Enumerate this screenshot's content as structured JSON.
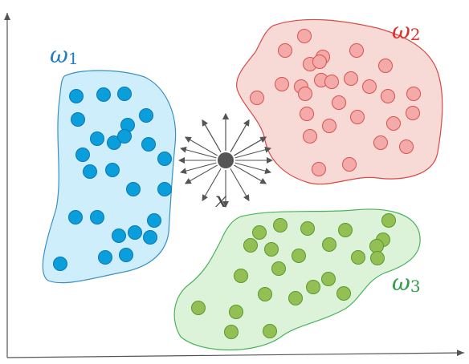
{
  "clusters": [
    {
      "id": "w1",
      "label_symbol": "ω",
      "label_sub": "1",
      "colors": {
        "fill": "#cfeefb",
        "stroke": "#3a8fc4",
        "point": "#0a9edb",
        "point_stroke": "#0a78b5",
        "label": "#1f7fc0"
      },
      "points": [
        [
          95,
          120
        ],
        [
          129,
          118
        ],
        [
          155,
          117
        ],
        [
          97,
          149
        ],
        [
          182,
          144
        ],
        [
          159,
          156
        ],
        [
          121,
          173
        ],
        [
          142,
          178
        ],
        [
          155,
          170
        ],
        [
          185,
          180
        ],
        [
          103,
          193
        ],
        [
          205,
          198
        ],
        [
          112,
          214
        ],
        [
          140,
          212
        ],
        [
          166,
          236
        ],
        [
          205,
          236
        ],
        [
          94,
          271
        ],
        [
          121,
          271
        ],
        [
          192,
          275
        ],
        [
          168,
          290
        ],
        [
          148,
          294
        ],
        [
          187,
          296
        ],
        [
          131,
          321
        ],
        [
          157,
          318
        ],
        [
          75,
          329
        ]
      ]
    },
    {
      "id": "w2",
      "label_symbol": "ω",
      "label_sub": "2",
      "colors": {
        "fill": "#f7d9d6",
        "stroke": "#d94a45",
        "point": "#f3aaa8",
        "point_stroke": "#d9534f",
        "label": "#e0302b"
      },
      "points": [
        [
          379,
          45
        ],
        [
          355,
          63
        ],
        [
          402,
          71
        ],
        [
          444,
          63
        ],
        [
          386,
          80
        ],
        [
          398,
          77
        ],
        [
          480,
          82
        ],
        [
          351,
          105
        ],
        [
          375,
          108
        ],
        [
          400,
          100
        ],
        [
          413,
          102
        ],
        [
          437,
          98
        ],
        [
          460,
          108
        ],
        [
          320,
          122
        ],
        [
          380,
          117
        ],
        [
          422,
          128
        ],
        [
          483,
          120
        ],
        [
          515,
          117
        ],
        [
          382,
          142
        ],
        [
          445,
          146
        ],
        [
          490,
          154
        ],
        [
          514,
          141
        ],
        [
          410,
          157
        ],
        [
          386,
          170
        ],
        [
          474,
          178
        ],
        [
          506,
          183
        ],
        [
          397,
          211
        ],
        [
          435,
          205
        ]
      ]
    },
    {
      "id": "w3",
      "label_symbol": "ω",
      "label_sub": "3",
      "colors": {
        "fill": "#dcf2d9",
        "stroke": "#4bb35a",
        "point": "#93bf55",
        "point_stroke": "#5a9a2c",
        "label": "#2e9e49"
      },
      "points": [
        [
          349,
          281
        ],
        [
          383,
          285
        ],
        [
          430,
          287
        ],
        [
          484,
          275
        ],
        [
          323,
          290
        ],
        [
          312,
          306
        ],
        [
          338,
          311
        ],
        [
          410,
          305
        ],
        [
          477,
          299
        ],
        [
          469,
          307
        ],
        [
          372,
          319
        ],
        [
          446,
          321
        ],
        [
          470,
          322
        ],
        [
          347,
          335
        ],
        [
          300,
          344
        ],
        [
          390,
          358
        ],
        [
          409,
          348
        ],
        [
          330,
          367
        ],
        [
          368,
          372
        ],
        [
          428,
          366
        ],
        [
          247,
          384
        ],
        [
          294,
          389
        ],
        [
          336,
          413
        ],
        [
          288,
          414
        ]
      ]
    }
  ],
  "query": {
    "label": "x",
    "color": "#555555",
    "arrow_color": "#555555"
  },
  "axes_color": "#555555"
}
